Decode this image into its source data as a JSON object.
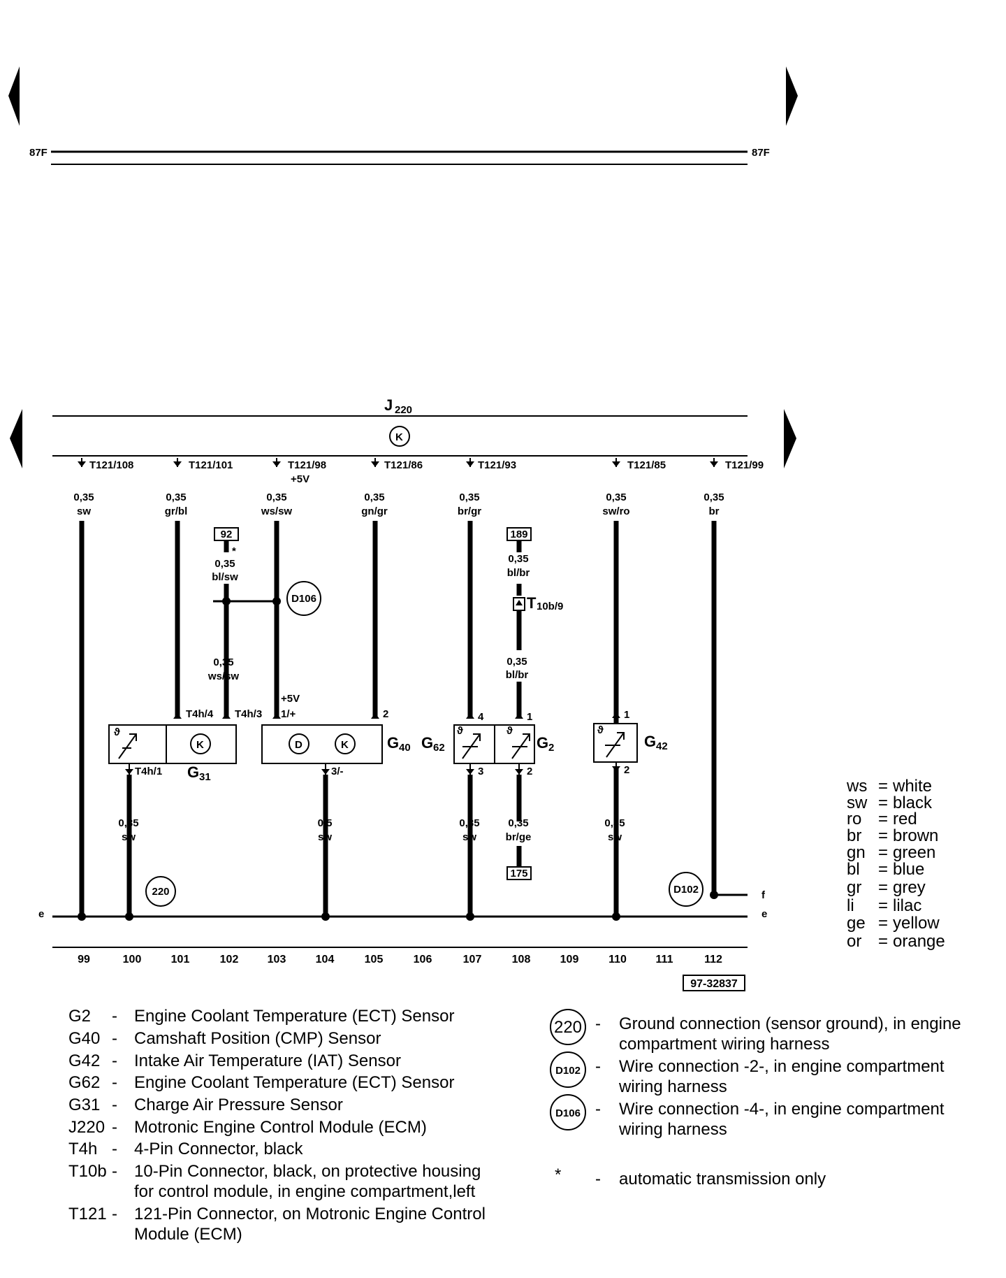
{
  "page_ref": {
    "left_87f": "87F",
    "right_87f": "87F",
    "e_left": "e",
    "e_right": "e",
    "f_right": "f",
    "figure_no": "97-32837"
  },
  "ecm": {
    "label": "J",
    "sub": "220",
    "k_symbol": "K"
  },
  "pins": {
    "p108": "T121/108",
    "p101": "T121/101",
    "p98": "T121/98",
    "p98v": "+5V",
    "p86": "T121/86",
    "p93": "T121/93",
    "p85": "T121/85",
    "p99": "T121/99"
  },
  "wires": {
    "w99": [
      "0,35",
      "sw"
    ],
    "w101": [
      "0,35",
      "gr/bl"
    ],
    "w103": [
      "0,35",
      "ws/sw"
    ],
    "w105": [
      "0,35",
      "gn/gr"
    ],
    "w107": [
      "0,35",
      "br/gr"
    ],
    "w110": [
      "0,35",
      "sw/ro"
    ],
    "w112": [
      "0,35",
      "br"
    ],
    "w102a": [
      "0,35",
      "bl/sw"
    ],
    "w102b": [
      "0,35",
      "ws/sw"
    ],
    "w108a": [
      "0,35",
      "bl/br"
    ],
    "w108b": [
      "0,35",
      "bl/br"
    ],
    "w100l": [
      "0,35",
      "sw"
    ],
    "w104l": [
      "0,5",
      "sw"
    ],
    "w107l": [
      "0,35",
      "sw"
    ],
    "w108l": [
      "0,35",
      "br/ge"
    ],
    "w110l": [
      "0,35",
      "sw"
    ]
  },
  "refs": {
    "r92": "92",
    "r189": "189",
    "r175": "175",
    "star": "*"
  },
  "connectors": {
    "t10b_T": "T",
    "t10b_sub": "10b/9",
    "t4h4": "T4h/4",
    "t4h3": "T4h/3",
    "t4h1": "T4h/1",
    "p5v": "+5V",
    "p1": "1/+",
    "p2": "2",
    "p3": "3/-",
    "g62_4": "4",
    "g62_3": "3",
    "g2_1": "1",
    "g2_2": "2",
    "g42_1": "1",
    "g42_2": "2"
  },
  "components": {
    "g31": [
      "G",
      "31"
    ],
    "g40": [
      "G",
      "40"
    ],
    "g62": [
      "G",
      "62"
    ],
    "g2": [
      "G",
      "2"
    ],
    "g42": [
      "G",
      "42"
    ],
    "d_symbol": "D"
  },
  "circles": {
    "c220": "220",
    "d102": "D102",
    "d106": "D106"
  },
  "bottom_numbers": [
    "99",
    "100",
    "101",
    "102",
    "103",
    "104",
    "105",
    "106",
    "107",
    "108",
    "109",
    "110",
    "111",
    "112"
  ],
  "color_legend": [
    [
      "ws",
      "white"
    ],
    [
      "sw",
      "black"
    ],
    [
      "ro",
      "red"
    ],
    [
      "br",
      "brown"
    ],
    [
      "gn",
      "green"
    ],
    [
      "bl",
      "blue"
    ],
    [
      "gr",
      "grey"
    ],
    [
      "li",
      "lilac"
    ],
    [
      "ge",
      "yellow"
    ],
    [
      "or",
      "orange"
    ]
  ],
  "legend_left": [
    {
      "code": "G2",
      "sep": "-",
      "lines": [
        "Engine Coolant Temperature (ECT) Sensor"
      ]
    },
    {
      "code": "G40",
      "sep": "-",
      "lines": [
        "Camshaft Position (CMP) Sensor"
      ]
    },
    {
      "code": "G42",
      "sep": "-",
      "lines": [
        "Intake Air Temperature (IAT) Sensor"
      ]
    },
    {
      "code": "G62",
      "sep": "-",
      "lines": [
        "Engine Coolant Temperature (ECT) Sensor"
      ]
    },
    {
      "code": "G31",
      "sep": "-",
      "lines": [
        "Charge Air Pressure Sensor"
      ]
    },
    {
      "code": "J220",
      "sep": "-",
      "lines": [
        "Motronic Engine Control Module (ECM)"
      ]
    },
    {
      "code": "T4h",
      "sep": "-",
      "lines": [
        "4-Pin Connector, black"
      ]
    },
    {
      "code": "T10b",
      "sep": "-",
      "lines": [
        "10-Pin Connector, black, on protective housing",
        "for control module, in engine compartment,left"
      ]
    },
    {
      "code": "T121",
      "sep": "-",
      "lines": [
        "121-Pin Connector, on Motronic Engine Control",
        "Module (ECM)"
      ]
    }
  ],
  "legend_right": [
    {
      "symbol": "220",
      "sep": "-",
      "lines": [
        "Ground connection (sensor ground), in engine",
        "compartment wiring harness"
      ]
    },
    {
      "symbol": "D102",
      "sep": "-",
      "lines": [
        "Wire connection -2-, in engine compartment",
        "wiring harness"
      ]
    },
    {
      "symbol": "D106",
      "sep": "-",
      "lines": [
        "Wire connection -4-, in engine compartment",
        "wiring harness"
      ]
    },
    {
      "symbol": "*",
      "sep": "-",
      "lines": [
        "automatic transmission only"
      ]
    }
  ]
}
